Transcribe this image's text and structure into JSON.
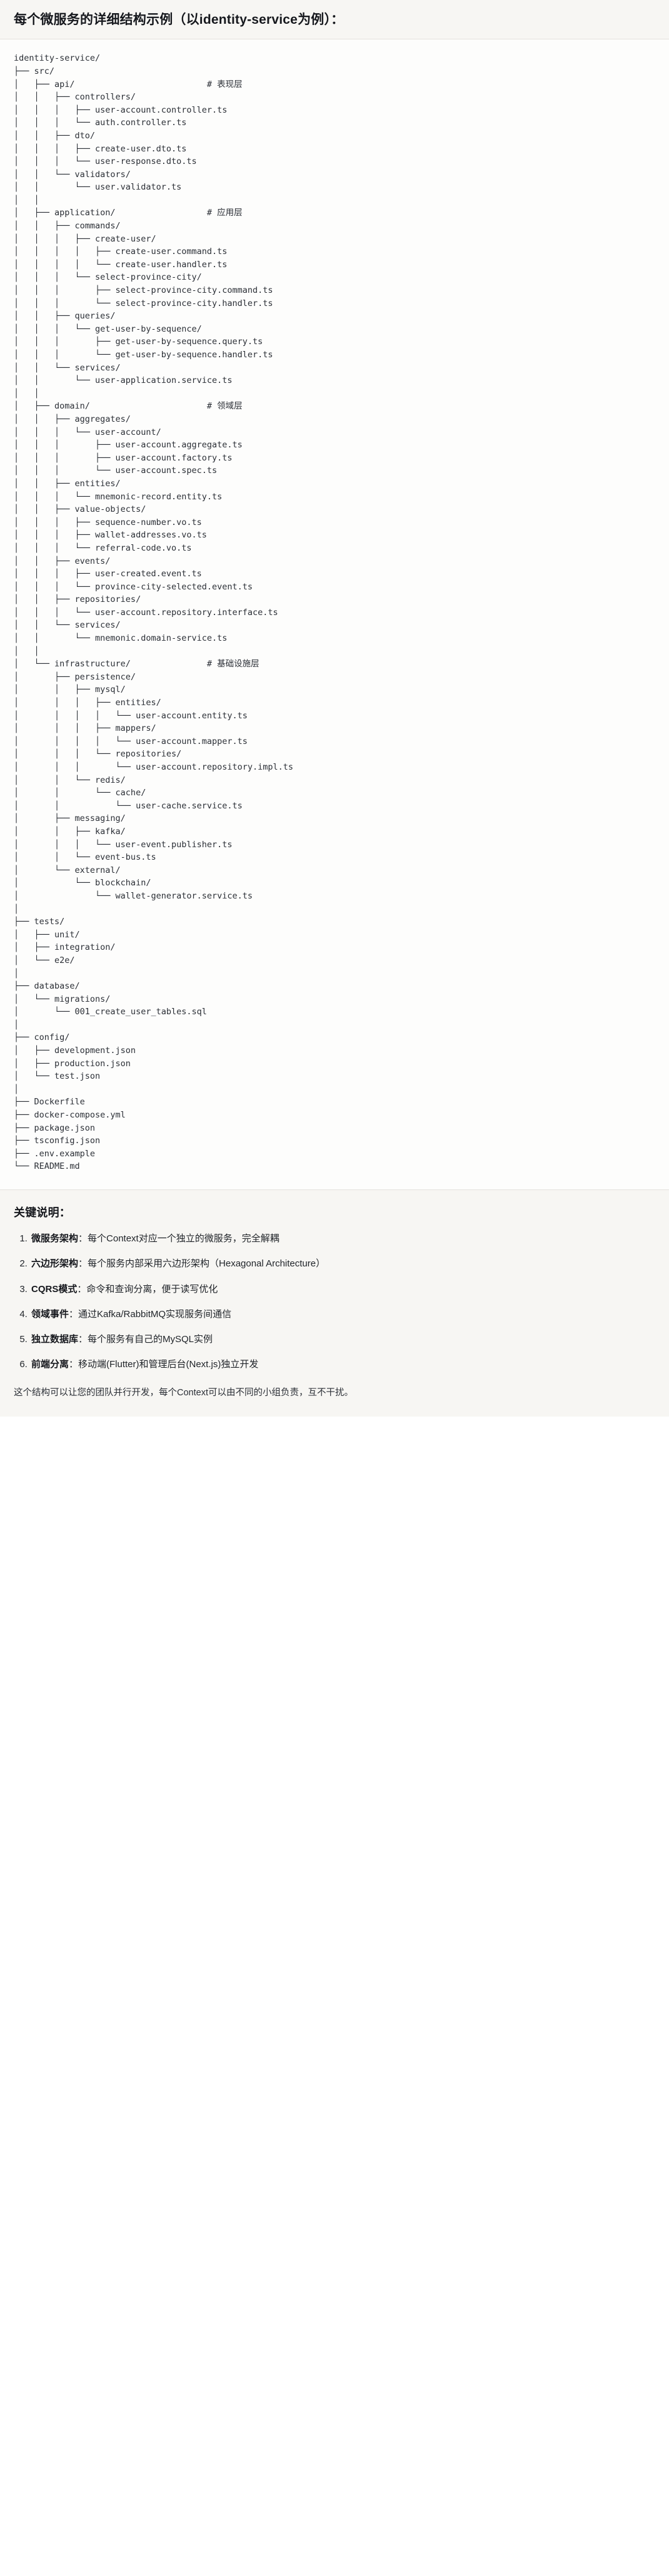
{
  "header": {
    "title": "每个微服务的详细结构示例（以identity-service为例）："
  },
  "tree": {
    "root": "identity-service/",
    "text": "identity-service/\n├── src/\n│   ├── api/                          # 表现层\n│   │   ├── controllers/\n│   │   │   ├── user-account.controller.ts\n│   │   │   └── auth.controller.ts\n│   │   ├── dto/\n│   │   │   ├── create-user.dto.ts\n│   │   │   └── user-response.dto.ts\n│   │   └── validators/\n│   │       └── user.validator.ts\n│   │\n│   ├── application/                  # 应用层\n│   │   ├── commands/\n│   │   │   ├── create-user/\n│   │   │   │   ├── create-user.command.ts\n│   │   │   │   └── create-user.handler.ts\n│   │   │   └── select-province-city/\n│   │   │       ├── select-province-city.command.ts\n│   │   │       └── select-province-city.handler.ts\n│   │   ├── queries/\n│   │   │   └── get-user-by-sequence/\n│   │   │       ├── get-user-by-sequence.query.ts\n│   │   │       └── get-user-by-sequence.handler.ts\n│   │   └── services/\n│   │       └── user-application.service.ts\n│   │\n│   ├── domain/                       # 领域层\n│   │   ├── aggregates/\n│   │   │   └── user-account/\n│   │   │       ├── user-account.aggregate.ts\n│   │   │       ├── user-account.factory.ts\n│   │   │       └── user-account.spec.ts\n│   │   ├── entities/\n│   │   │   └── mnemonic-record.entity.ts\n│   │   ├── value-objects/\n│   │   │   ├── sequence-number.vo.ts\n│   │   │   ├── wallet-addresses.vo.ts\n│   │   │   └── referral-code.vo.ts\n│   │   ├── events/\n│   │   │   ├── user-created.event.ts\n│   │   │   └── province-city-selected.event.ts\n│   │   ├── repositories/\n│   │   │   └── user-account.repository.interface.ts\n│   │   └── services/\n│   │       └── mnemonic.domain-service.ts\n│   │\n│   └── infrastructure/               # 基础设施层\n│       ├── persistence/\n│       │   ├── mysql/\n│       │   │   ├── entities/\n│       │   │   │   └── user-account.entity.ts\n│       │   │   ├── mappers/\n│       │   │   │   └── user-account.mapper.ts\n│       │   │   └── repositories/\n│       │   │       └── user-account.repository.impl.ts\n│       │   └── redis/\n│       │       └── cache/\n│       │           └── user-cache.service.ts\n│       ├── messaging/\n│       │   ├── kafka/\n│       │   │   └── user-event.publisher.ts\n│       │   └── event-bus.ts\n│       └── external/\n│           └── blockchain/\n│               └── wallet-generator.service.ts\n│\n├── tests/\n│   ├── unit/\n│   ├── integration/\n│   └── e2e/\n│\n├── database/\n│   └── migrations/\n│       └── 001_create_user_tables.sql\n│\n├── config/\n│   ├── development.json\n│   ├── production.json\n│   └── test.json\n│\n├── Dockerfile\n├── docker-compose.yml\n├── package.json\n├── tsconfig.json\n├── .env.example\n└── README.md",
    "layer_comments": [
      "# 表现层",
      "# 应用层",
      "# 领域层",
      "# 基础设施层"
    ]
  },
  "notes": {
    "title": "关键说明：",
    "items": [
      {
        "term": "微服务架构",
        "desc": "：每个Context对应一个独立的微服务，完全解耦"
      },
      {
        "term": "六边形架构",
        "desc": "：每个服务内部采用六边形架构（Hexagonal Architecture）"
      },
      {
        "term": "CQRS模式",
        "desc": "：命令和查询分离，便于读写优化"
      },
      {
        "term": "领域事件",
        "desc": "：通过Kafka/RabbitMQ实现服务间通信"
      },
      {
        "term": "独立数据库",
        "desc": "：每个服务有自己的MySQL实例"
      },
      {
        "term": "前端分离",
        "desc": "：移动端(Flutter)和管理后台(Next.js)独立开发"
      }
    ],
    "closing": "这个结构可以让您的团队并行开发，每个Context可以由不同的小组负责，互不干扰。"
  },
  "colors": {
    "header_bg": "#f7f6f3",
    "code_bg": "#fdfdfc",
    "notes_bg": "#f7f6f3",
    "text": "#1f2328",
    "code_text": "#2b2f36",
    "divider": "#e3e1dc"
  }
}
